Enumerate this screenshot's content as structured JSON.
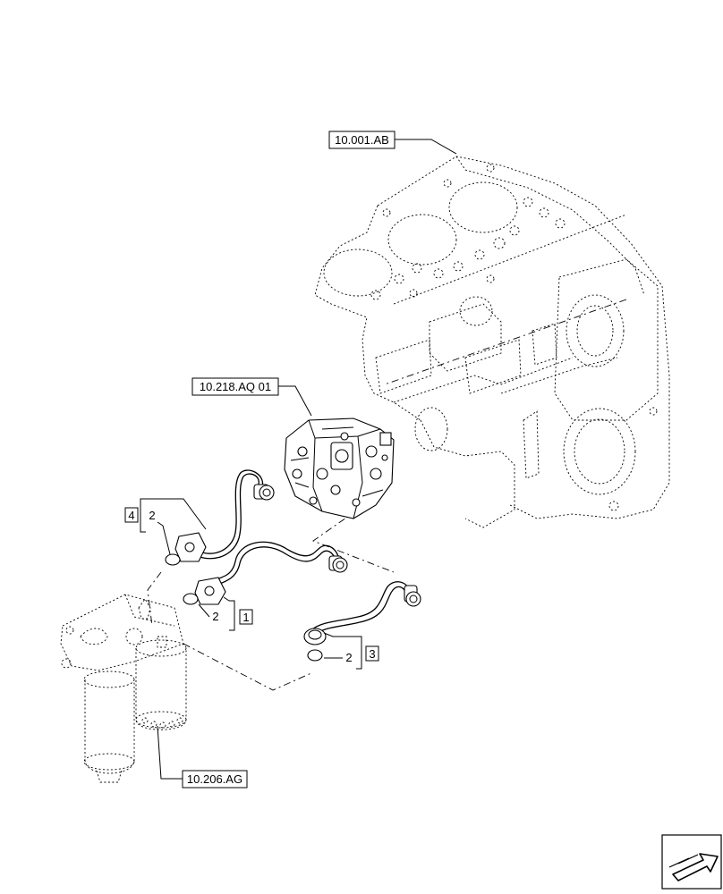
{
  "diagram": {
    "refs": {
      "engine_block": "10.001.AB",
      "injection_pump": "10.218.AQ 01",
      "fuel_filter": "10.206.AG"
    },
    "callouts": [
      {
        "item": "2",
        "group": "4"
      },
      {
        "item": "2",
        "group": "1"
      },
      {
        "item": "2",
        "group": "3"
      }
    ],
    "nav_icon": "next-page-arrow-icon"
  }
}
